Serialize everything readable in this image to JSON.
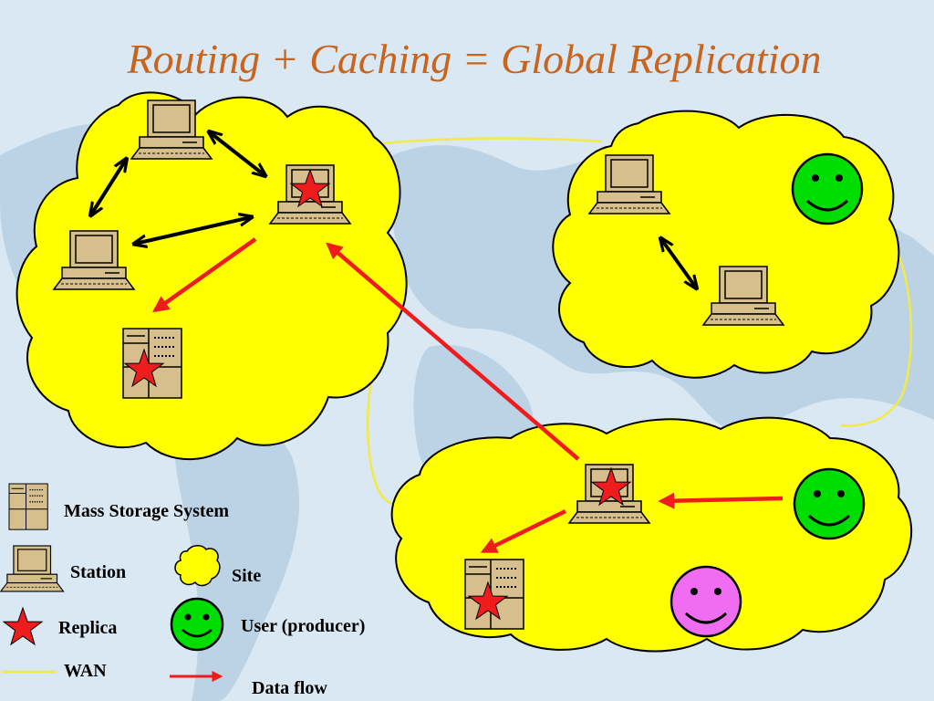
{
  "title": "Routing + Caching = Global Replication",
  "legend": {
    "mass_storage": "Mass Storage System",
    "station": "Station",
    "site": "Site",
    "replica": "Replica",
    "user": "User (producer)",
    "wan": "WAN",
    "data_flow": "Data flow"
  },
  "colors": {
    "title": "#c8641e",
    "cloud": "#ffff00",
    "wan_line": "#f2ea46",
    "data_flow": "#ee1c1c",
    "user_producer": "#00dd00",
    "user_other": "#f06cf0",
    "replica_star": "#ee1c1c",
    "equipment": "#d6bf8c"
  },
  "icons": [
    "computer-station-icon",
    "mass-storage-icon",
    "replica-star-icon",
    "smiley-user-icon",
    "cloud-site-icon"
  ]
}
